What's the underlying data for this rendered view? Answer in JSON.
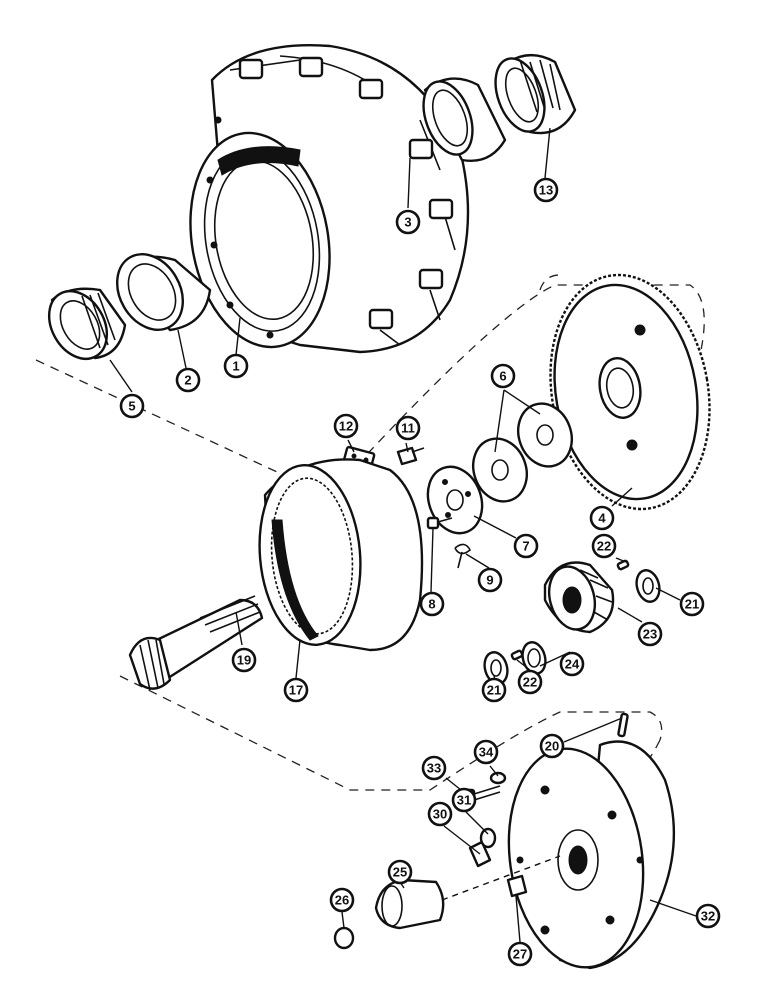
{
  "callouts": {
    "c1": "1",
    "c2": "2",
    "c3": "3",
    "c4": "4",
    "c5": "5",
    "c6": "6",
    "c7": "7",
    "c8": "8",
    "c9": "9",
    "c11": "11",
    "c12": "12",
    "c13": "13",
    "c17": "17",
    "c19": "19",
    "c20": "20",
    "c21a": "21",
    "c21b": "21",
    "c22a": "22",
    "c22b": "22",
    "c23": "23",
    "c24": "24",
    "c25": "25",
    "c26": "26",
    "c27": "27",
    "c30": "30",
    "c31": "31",
    "c32": "32",
    "c33": "33",
    "c34": "34"
  },
  "colors": {
    "line": "#111111",
    "background": "#ffffff"
  }
}
